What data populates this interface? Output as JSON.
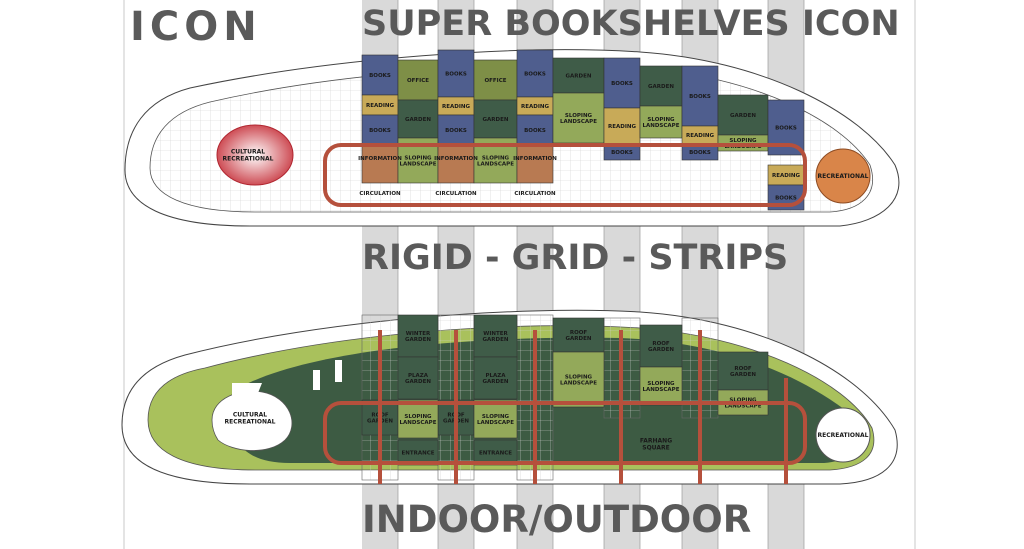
{
  "titles": {
    "icon_left": "ICON",
    "top": "SUPER BOOKSHELVES ICON",
    "middle": "RIGID - GRID - STRIPS",
    "bottom": "INDOOR/OUTDOOR"
  },
  "colors": {
    "strip": "#d9d9d9",
    "books": "#4f5e8e",
    "reading": "#c8aa58",
    "garden": "#3f5c48",
    "office": "#7e8f47",
    "sloping": "#93a95a",
    "information": "#b87a52",
    "band": "#b5503c",
    "pale_green": "#a9c15c",
    "dark_green": "#3d5b43",
    "cultural_top": "#c93b44",
    "recreational_top": "#d98549"
  },
  "top_plan": {
    "cultural": "CULTURAL RECREATIONAL",
    "recreational": "RECREATIONAL",
    "labels": {
      "books": "BOOKS",
      "office": "OFFICE",
      "garden": "GARDEN",
      "reading": "READING",
      "information": "INFORMATION",
      "sloping": "SLOPING LANDSCAPE",
      "circulation": "CIRCULATION"
    }
  },
  "bottom_plan": {
    "cultural": "CULTURAL RECREATIONAL",
    "recreational": "RECREATIONAL",
    "labels": {
      "winter_garden": "WINTER GARDEN",
      "plaza_garden": "PLAZA GARDEN",
      "roof_garden": "ROOF GARDEN",
      "sloping": "SLOPING LANDSCAPE",
      "entrance": "ENTRANCE",
      "farhang": "FARHANG SQUARE"
    }
  }
}
